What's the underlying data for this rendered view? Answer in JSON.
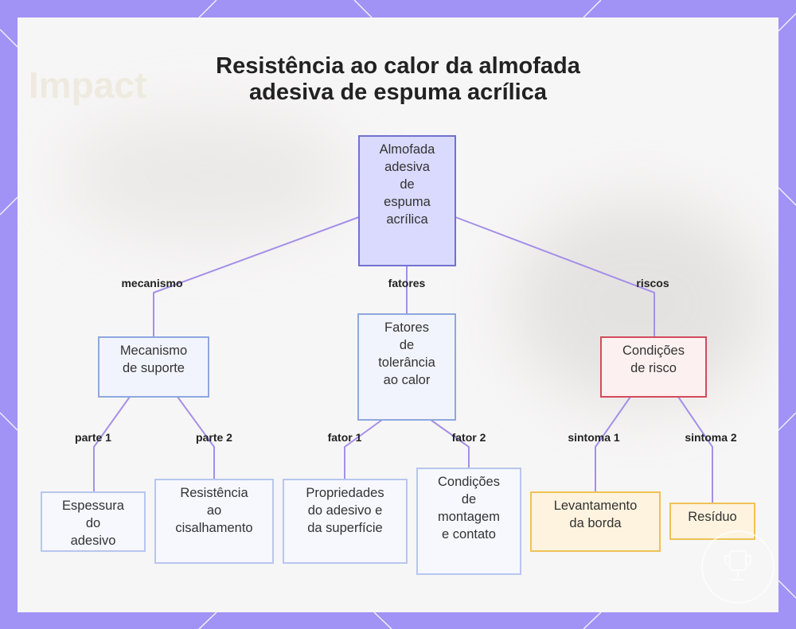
{
  "title": {
    "line1": "Resistência ao calor da almofada",
    "line2": "adesiva de espuma acrílica"
  },
  "nodes": {
    "root": "Almofada\nadesiva\nde\nespuma\nacrílica",
    "mecanismo": "Mecanismo\nde suporte",
    "fatores": "Fatores\nde\ntolerância\nao calor",
    "riscos": "Condições\nde risco",
    "espessura": "Espessura\ndo\nadesivo",
    "cisalhamento": "Resistência\nao\ncisalhamento",
    "propriedades": "Propriedades\ndo adesivo e\nda superfície",
    "montagem": "Condições\nde\nmontagem\ne contato",
    "levantamento": "Levantamento\nda borda",
    "residuo": "Resíduo"
  },
  "edges": {
    "mecanismo": "mecanismo",
    "fatores": "fatores",
    "riscos": "riscos",
    "parte1": "parte 1",
    "parte2": "parte 2",
    "fator1": "fator 1",
    "fator2": "fator 2",
    "sintoma1": "sintoma 1",
    "sintoma2": "sintoma 2"
  },
  "background": {
    "word": "Impact"
  },
  "colors": {
    "frame": "#a192f5",
    "connector": "#a48fe8",
    "root_fill": "#d9dafd",
    "risk_border": "#d34b5c",
    "symptom_border": "#f0c255"
  }
}
